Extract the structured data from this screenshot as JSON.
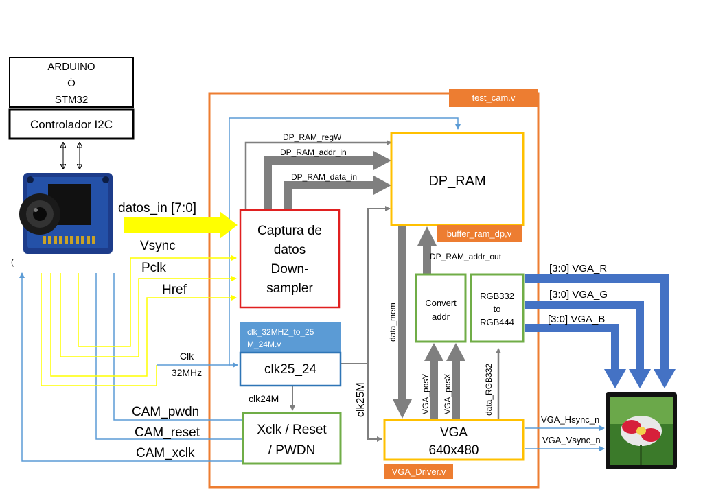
{
  "arduino_box": {
    "line1": "ARDUINO",
    "line2": "Ó",
    "line3": "STM32"
  },
  "i2c_box": {
    "label": "Controlador I2C"
  },
  "top_module": {
    "tag": "test_cam.v"
  },
  "dp_ram": {
    "label": "DP_RAM",
    "tag": "buffer_ram_dp,v"
  },
  "capture": {
    "line1": "Captura de",
    "line2": "datos",
    "line3": "Down-",
    "line4": "sampler"
  },
  "clk": {
    "tag_line1": "clk_32MHZ_to_25",
    "tag_line2": "M_24M.v",
    "label": "clk25_24"
  },
  "xclk": {
    "line1": "Xclk / Reset",
    "line2": "/ PWDN"
  },
  "convert": {
    "line1": "Convert",
    "line2": "addr"
  },
  "rgb": {
    "line1": "RGB332",
    "line2": "to",
    "line3": "RGB444"
  },
  "vga": {
    "line1": "VGA",
    "line2": "640x480",
    "tag": "VGA_Driver.v"
  },
  "signals": {
    "datos_in": "datos_in [7:0]",
    "vsync": "Vsync",
    "pclk": "Pclk",
    "href": "Href",
    "clk_line1": "Clk",
    "clk_line2": "32MHz",
    "cam_pwdn": "CAM_pwdn",
    "cam_reset": "CAM_reset",
    "cam_xclk": "CAM_xclk",
    "dp_ram_regw": "DP_RAM_regW",
    "dp_ram_addr_in": "DP_RAM_addr_in",
    "dp_ram_data_in": "DP_RAM_data_in",
    "dp_ram_addr_out": "DP_RAM_addr_out",
    "data_mem": "data_mem",
    "clk25m": "clk25M",
    "clk24m": "clk24M",
    "vga_posy": "VGA_posY",
    "vga_posx": "VGA_posX",
    "data_rgb332": "data_RGB332",
    "vga_r": "[3:0] VGA_R",
    "vga_g": "[3:0] VGA_G",
    "vga_b": "[3:0] VGA_B",
    "vga_hsync": "VGA_Hsync_n",
    "vga_vsync": "VGA_Vsync_n"
  },
  "colors": {
    "orange": "#ED7D31",
    "gold": "#FFC000",
    "red": "#E02020",
    "green": "#70AD47",
    "steel": "#2E75B6",
    "lightblue": "#5B9BD5",
    "gray": "#7F7F7F",
    "yellow": "#FFFF00",
    "vga_blue": "#4472C4"
  }
}
